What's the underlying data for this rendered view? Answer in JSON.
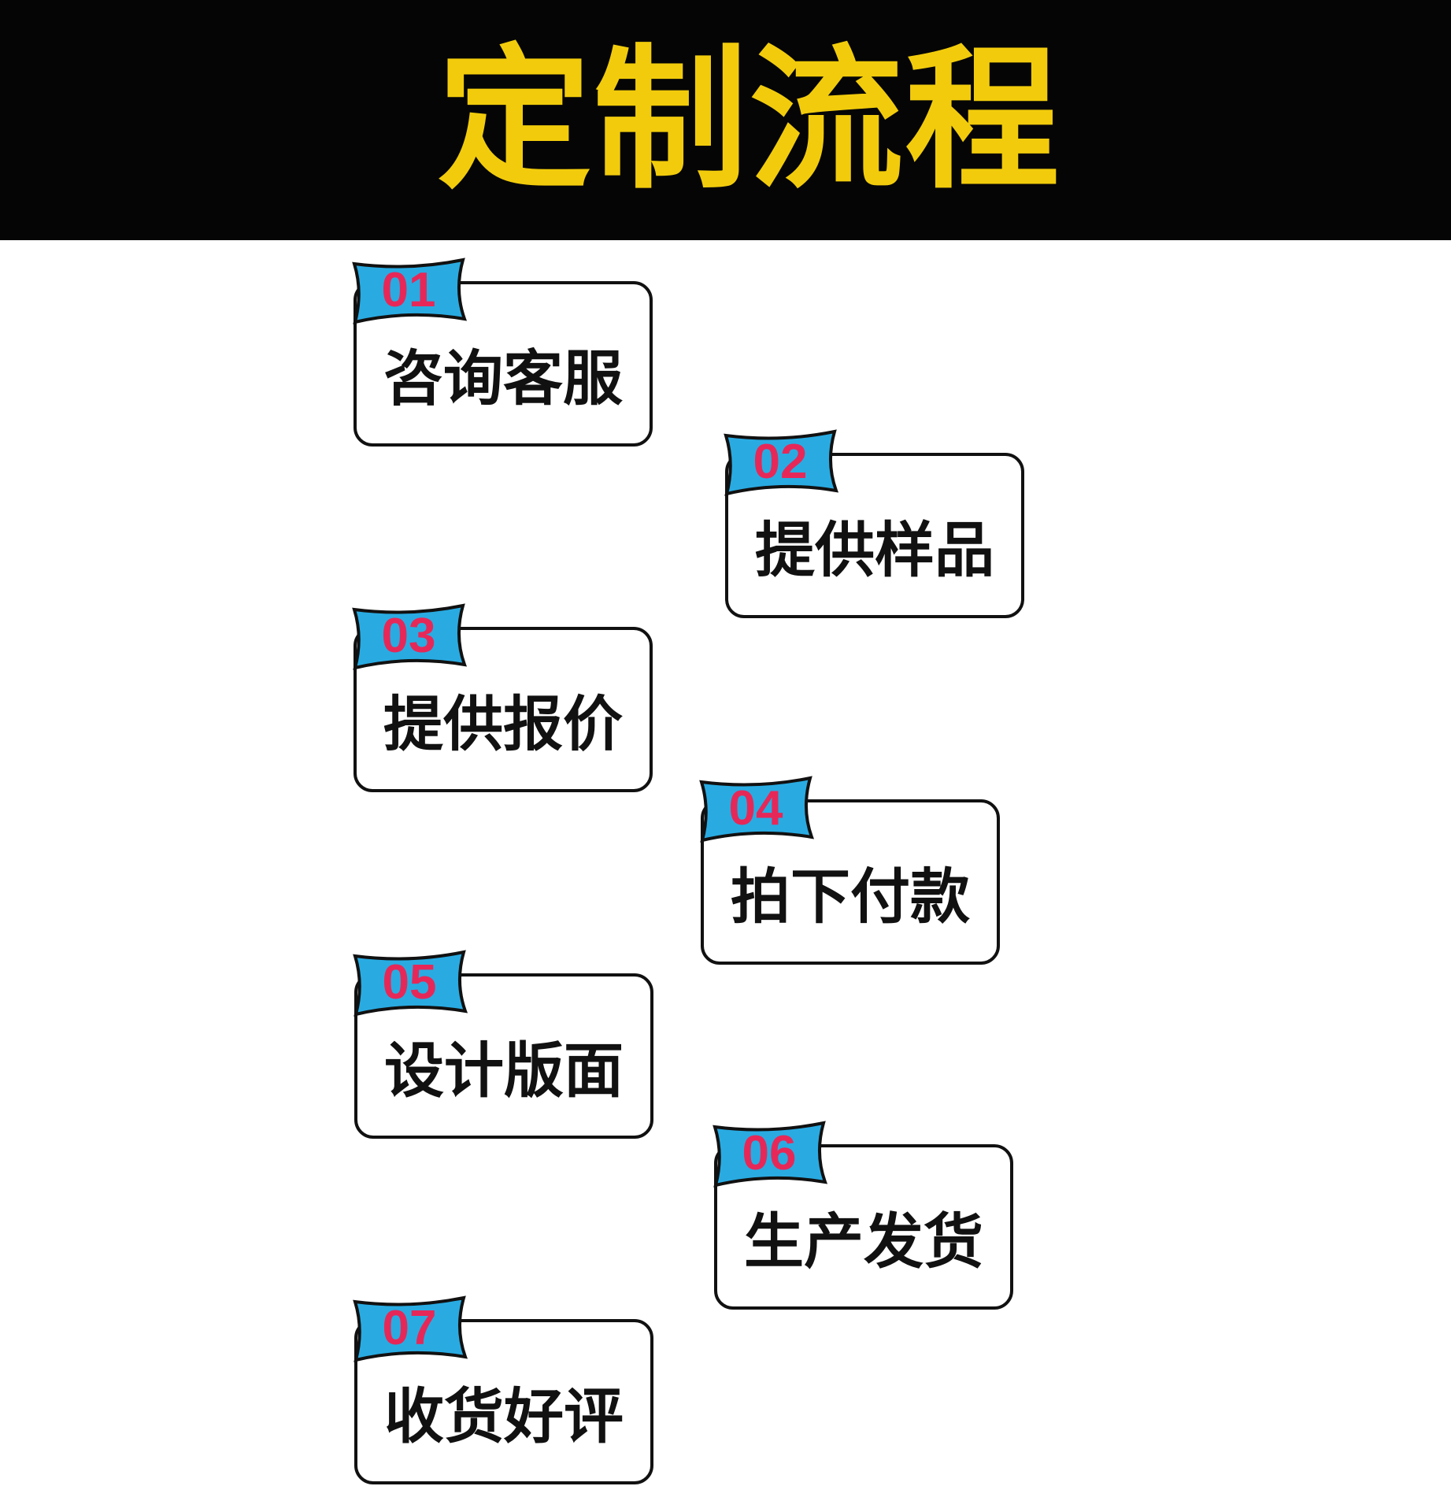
{
  "header": {
    "title": "定制流程",
    "background_color": "#050505",
    "title_color": "#F2CC0C"
  },
  "colors": {
    "badge_fill": "#29ABE2",
    "badge_border": "#111111",
    "badge_number_color": "#E62858",
    "card_border": "#111111",
    "card_text": "#111111",
    "page_background": "#FFFFFF"
  },
  "steps": [
    {
      "number": "01",
      "label": "咨询客服"
    },
    {
      "number": "02",
      "label": "提供样品"
    },
    {
      "number": "03",
      "label": "提供报价"
    },
    {
      "number": "04",
      "label": "拍下付款"
    },
    {
      "number": "05",
      "label": "设计版面"
    },
    {
      "number": "06",
      "label": "生产发货"
    },
    {
      "number": "07",
      "label": "收货好评"
    }
  ]
}
